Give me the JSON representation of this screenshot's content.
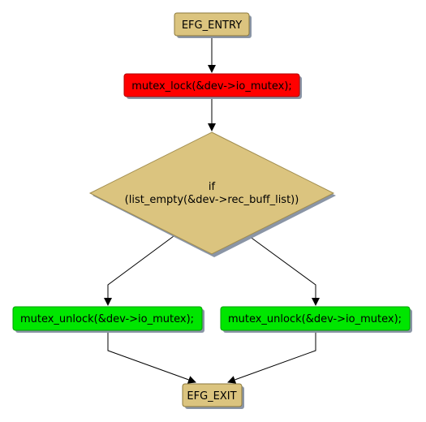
{
  "colors": {
    "terminal": "#dbc47f",
    "lock": "#ff0000",
    "unlock": "#00e600",
    "decision": "#dbc47f",
    "shadow": "#8a95a6",
    "edge": "#000000"
  },
  "nodes": {
    "entry": {
      "label": "EFG_ENTRY"
    },
    "lock": {
      "label": "mutex_lock(&dev->io_mutex);"
    },
    "decision": {
      "line1": "if",
      "line2": "(list_empty(&dev->rec_buff_list))"
    },
    "unlock_left": {
      "label": "mutex_unlock(&dev->io_mutex);"
    },
    "unlock_right": {
      "label": "mutex_unlock(&dev->io_mutex);"
    },
    "exit": {
      "label": "EFG_EXIT"
    }
  }
}
